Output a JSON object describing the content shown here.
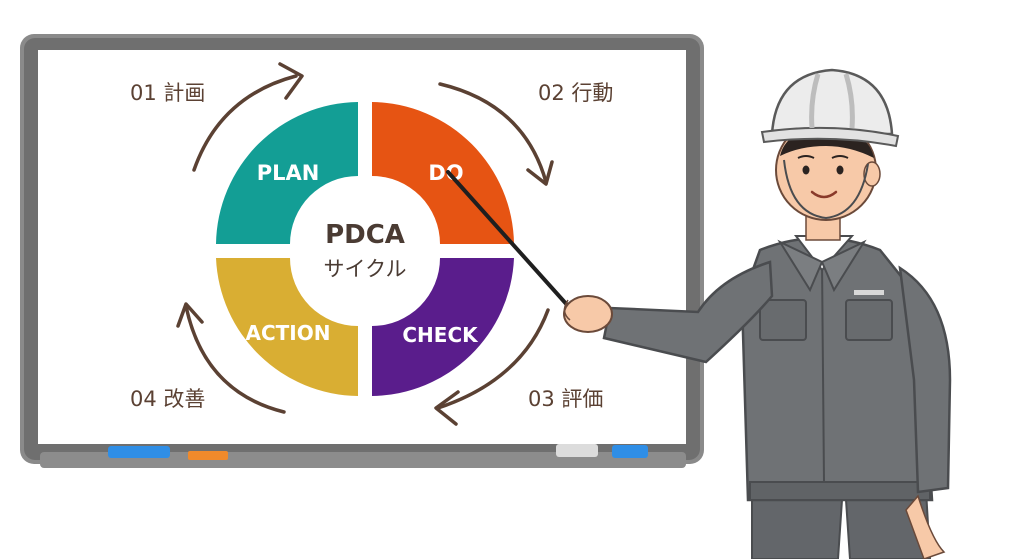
{
  "pdca": {
    "center_title": "PDCA",
    "center_subtitle": "サイクル",
    "segments": [
      {
        "key": "plan",
        "label": "PLAN",
        "color": "#139e95"
      },
      {
        "key": "do",
        "label": "DO",
        "color": "#e65413"
      },
      {
        "key": "check",
        "label": "CHECK",
        "color": "#5a1d8c"
      },
      {
        "key": "action",
        "label": "ACTION",
        "color": "#d9ae33"
      }
    ],
    "steps": [
      {
        "label": "01 計画"
      },
      {
        "label": "02 行動"
      },
      {
        "label": "03 評価"
      },
      {
        "label": "04 改善"
      }
    ]
  },
  "colors": {
    "arrow": "#5b4133",
    "board_frame": "#7d7d7d",
    "board_surface": "#ffffff",
    "helmet": "#ececec",
    "uniform": "#6f7275",
    "skin": "#f7c9a8"
  },
  "icons": {
    "presenter": "worker-in-helmet-icon",
    "pointer": "pointer-stick-icon",
    "marker_blue": "blue-marker-icon",
    "marker_orange": "orange-marker-icon",
    "eraser": "eraser-icon"
  }
}
